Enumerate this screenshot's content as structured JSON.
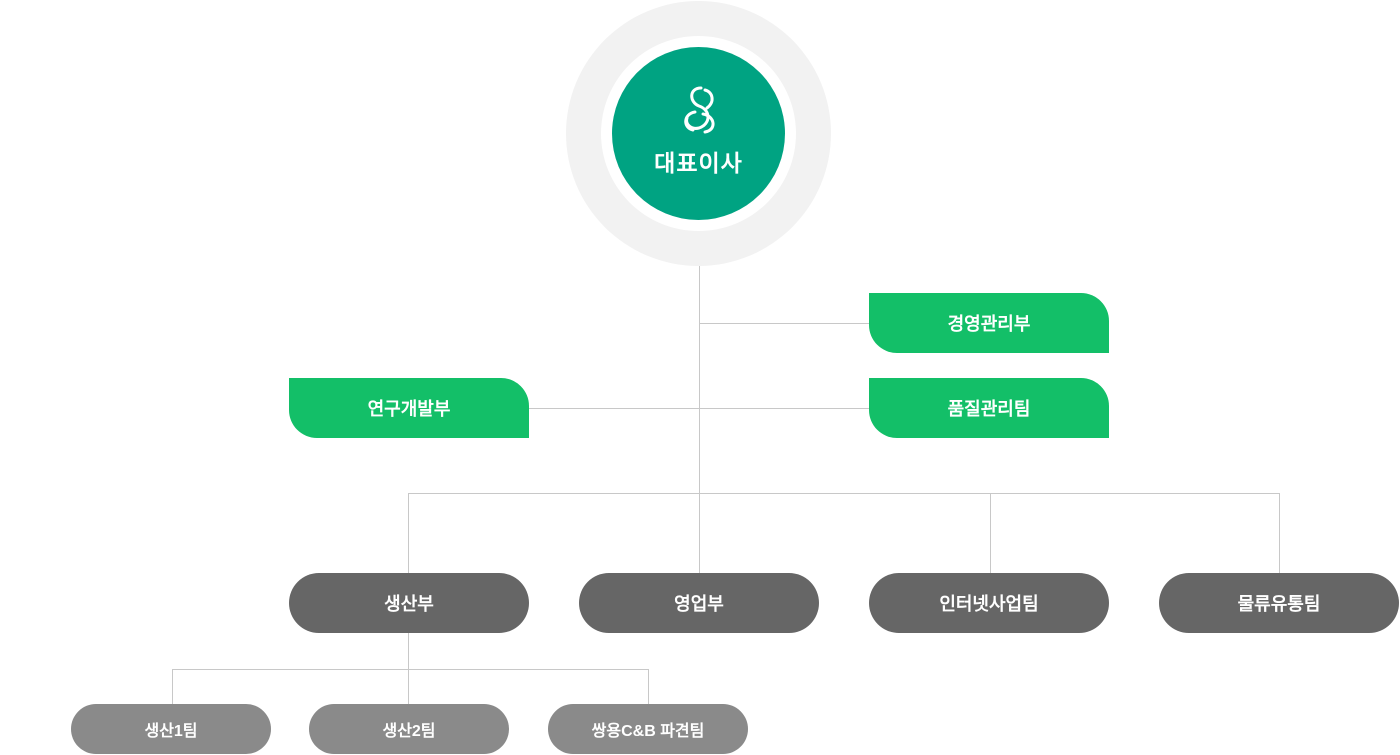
{
  "ceo": {
    "label": "대표이사",
    "logo_icon": "company-logo-icon",
    "color": "#00a382"
  },
  "staff": {
    "management": "경영관리부",
    "rnd": "연구개발부",
    "quality": "품질관리팀",
    "color": "#13bf68"
  },
  "departments": {
    "production": "생산부",
    "sales": "영업부",
    "internet_business": "인터넷사업팀",
    "logistics": "물류유통팀",
    "color": "#666666"
  },
  "teams": {
    "production1": "생산1팀",
    "production2": "생산2팀",
    "dispatch": "쌍용C&B 파견팀",
    "color": "#8a8a8a"
  }
}
